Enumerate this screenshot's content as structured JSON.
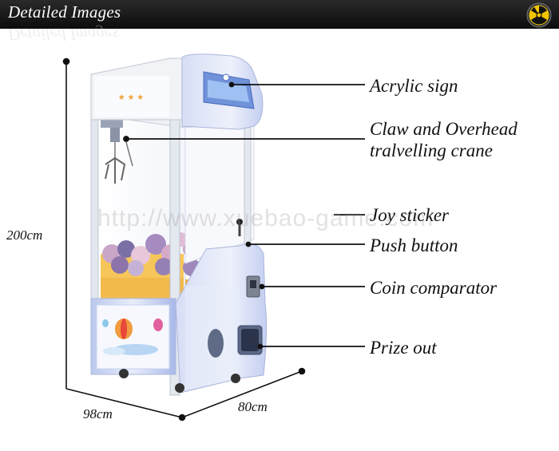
{
  "header": {
    "title": "Detailed Images",
    "icon": "nuclear-badge-icon",
    "bar_color": "#111111",
    "icon_color": "#f2c400"
  },
  "dimensions": {
    "height": "200cm",
    "depth": "98cm",
    "width": "80cm"
  },
  "callouts": [
    {
      "label": "Acrylic sign"
    },
    {
      "label": "Claw and Overhead",
      "label2": "tralvelling crane"
    },
    {
      "label": "Joy sticker"
    },
    {
      "label": "Push button"
    },
    {
      "label": "Coin comparator"
    },
    {
      "label": "Prize out"
    }
  ],
  "watermark": "http://www.xuebao-game.com",
  "colors": {
    "machine_body": "#dfe6f8",
    "cabinet_blue": "#b9c6ec",
    "frame": "#e4e8ef",
    "line": "#111111"
  }
}
